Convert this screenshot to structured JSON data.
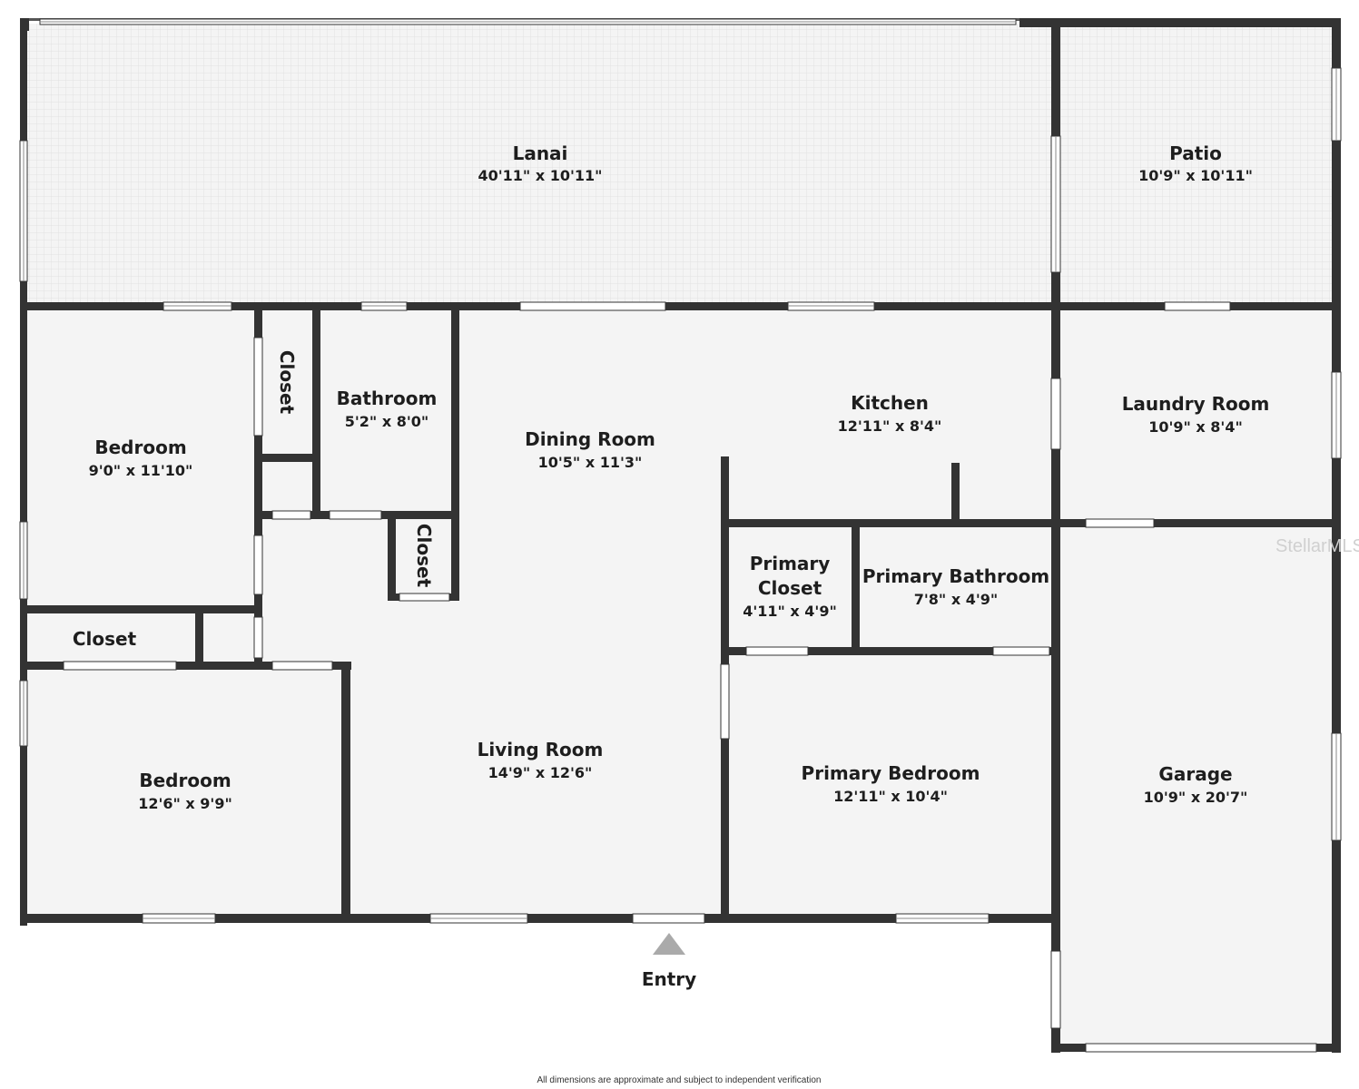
{
  "rooms": {
    "lanai": {
      "name": "Lanai",
      "dims": "40'11\" x 10'11\""
    },
    "patio": {
      "name": "Patio",
      "dims": "10'9\" x 10'11\""
    },
    "bedroom_upper": {
      "name": "Bedroom",
      "dims": "9'0\" x 11'10\""
    },
    "closet_vertical_a": {
      "name": "Closet"
    },
    "bathroom": {
      "name": "Bathroom",
      "dims": "5'2\" x 8'0\""
    },
    "closet_vertical_b": {
      "name": "Closet"
    },
    "dining_room": {
      "name": "Dining Room",
      "dims": "10'5\" x 11'3\""
    },
    "kitchen": {
      "name": "Kitchen",
      "dims": "12'11\" x 8'4\""
    },
    "laundry_room": {
      "name": "Laundry Room",
      "dims": "10'9\" x 8'4\""
    },
    "closet_horizontal": {
      "name": "Closet"
    },
    "primary_closet": {
      "name_line1": "Primary",
      "name_line2": "Closet",
      "dims": "4'11\" x 4'9\""
    },
    "primary_bathroom": {
      "name": "Primary Bathroom",
      "dims": "7'8\" x 4'9\""
    },
    "bedroom_lower": {
      "name": "Bedroom",
      "dims": "12'6\" x 9'9\""
    },
    "living_room": {
      "name": "Living Room",
      "dims": "14'9\" x 12'6\""
    },
    "primary_bedroom": {
      "name": "Primary Bedroom",
      "dims": "12'11\" x 10'4\""
    },
    "garage": {
      "name": "Garage",
      "dims": "10'9\" x 20'7\""
    }
  },
  "entry_label": "Entry",
  "footer_note": "All dimensions are approximate and subject to independent verification",
  "watermark": "StellarMLS",
  "colors": {
    "wall": "#333333",
    "floor": "#f4f4f4",
    "tile_line": "#e2e2e2",
    "window": "#ffffff",
    "entry_arrow": "#aaaaaa"
  }
}
